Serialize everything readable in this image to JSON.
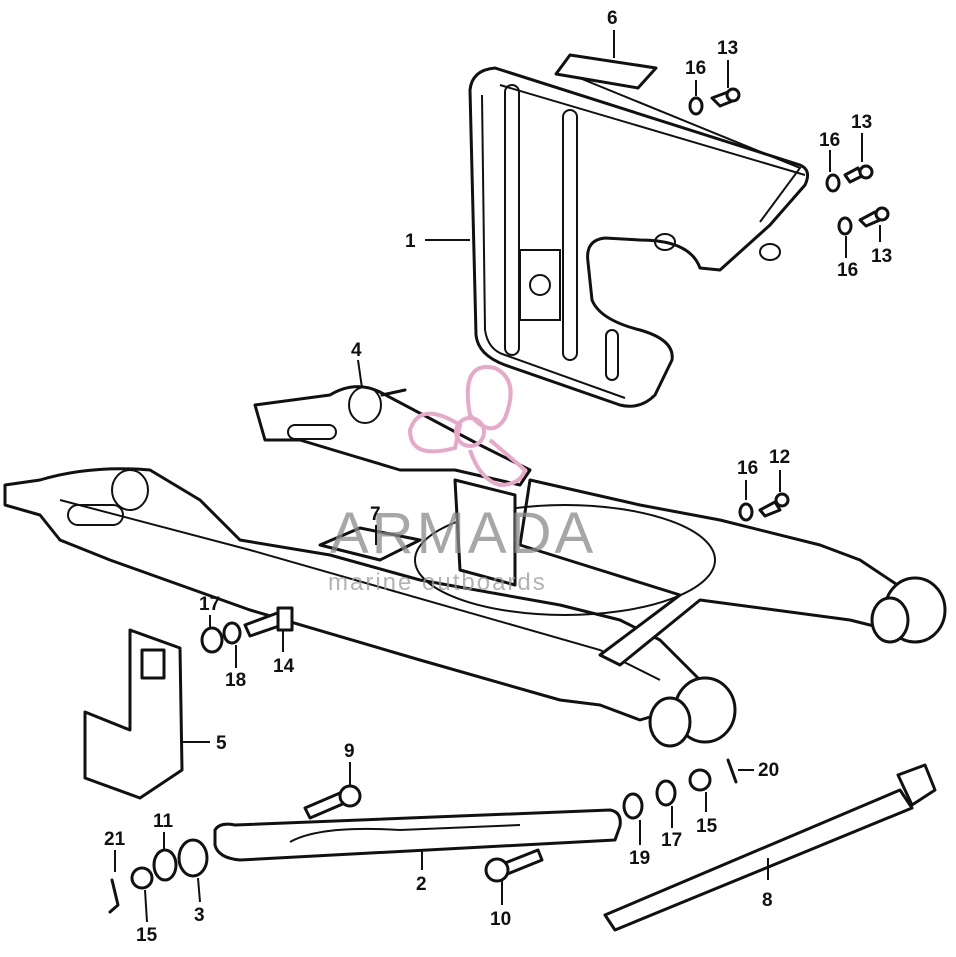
{
  "watermark": {
    "brand": "ARMADA",
    "tagline": "marine outboards",
    "logo_icon": "propeller-logo-icon",
    "logo_color": "#e7a9c7"
  },
  "callouts": {
    "c1": "1",
    "c2": "2",
    "c3": "3",
    "c4": "4",
    "c5": "5",
    "c6": "6",
    "c7": "7",
    "c8": "8",
    "c9": "9",
    "c10": "10",
    "c11": "11",
    "c12": "12",
    "c13a": "13",
    "c13b": "13",
    "c13c": "13",
    "c14": "14",
    "c15a": "15",
    "c15b": "15",
    "c16a": "16",
    "c16b": "16",
    "c16c": "16",
    "c16d": "16",
    "c17a": "17",
    "c17b": "17",
    "c18": "18",
    "c19": "19",
    "c20": "20",
    "c21": "21"
  }
}
